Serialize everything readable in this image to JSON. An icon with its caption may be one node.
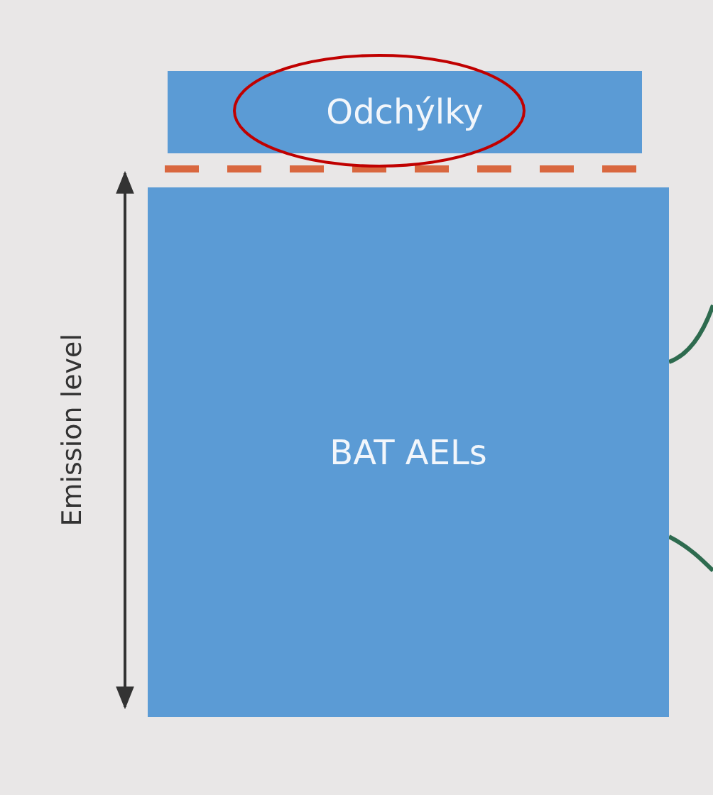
{
  "diagram": {
    "nodes": [
      {
        "text": [
          "Odchýlky"
        ]
      },
      {
        "text": [
          "BAT AELs"
        ]
      }
    ],
    "edges": [
      {
        "from": 1,
        "to": null,
        "arrow": "none"
      },
      {
        "from": 1,
        "to": null,
        "arrow": "none"
      }
    ],
    "labels": [
      "Emission level"
    ]
  }
}
